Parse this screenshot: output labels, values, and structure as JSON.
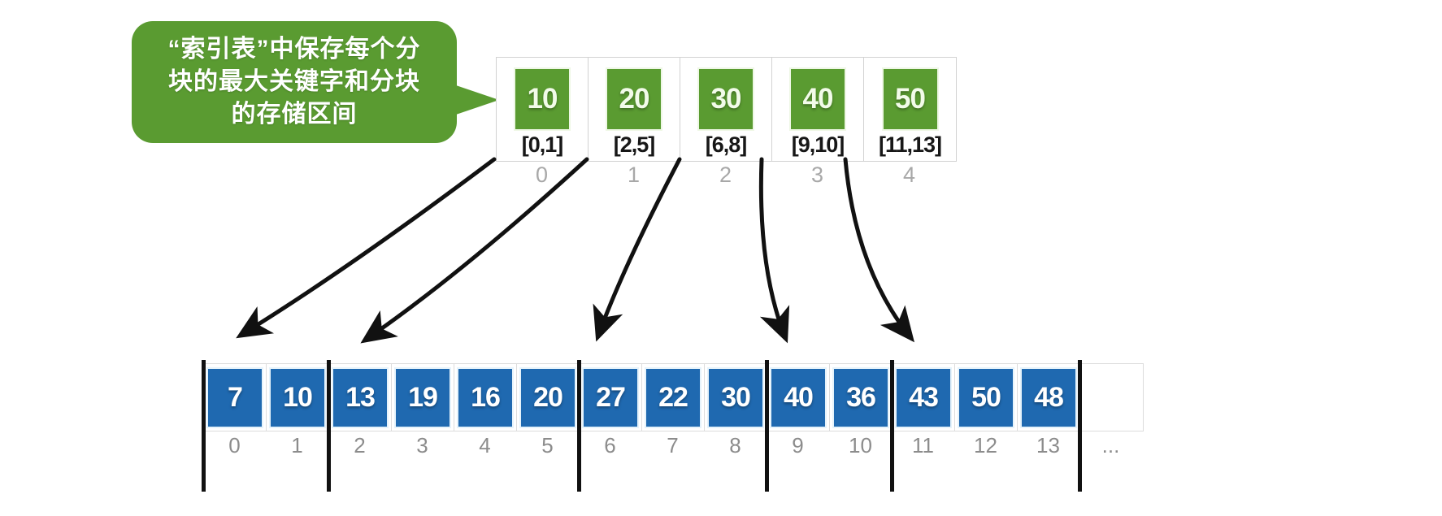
{
  "callout": {
    "text": "“索引表”中保存每个分\n块的最大关键字和分块\n的存储区间",
    "color": "#5a9b31"
  },
  "index_table": {
    "name": "索引表",
    "accent_color": "#5a9b31",
    "cells": [
      {
        "key": "10",
        "range": "[0,1]",
        "index": "0"
      },
      {
        "key": "20",
        "range": "[2,5]",
        "index": "1"
      },
      {
        "key": "30",
        "range": "[6,8]",
        "index": "2"
      },
      {
        "key": "40",
        "range": "[9,10]",
        "index": "3"
      },
      {
        "key": "50",
        "range": "[11,13]",
        "index": "4"
      }
    ]
  },
  "data_array": {
    "accent_color": "#1f69b0",
    "cells": [
      {
        "value": "7",
        "index": "0"
      },
      {
        "value": "10",
        "index": "1"
      },
      {
        "value": "13",
        "index": "2"
      },
      {
        "value": "19",
        "index": "3"
      },
      {
        "value": "16",
        "index": "4"
      },
      {
        "value": "20",
        "index": "5"
      },
      {
        "value": "27",
        "index": "6"
      },
      {
        "value": "22",
        "index": "7"
      },
      {
        "value": "30",
        "index": "8"
      },
      {
        "value": "40",
        "index": "9"
      },
      {
        "value": "36",
        "index": "10"
      },
      {
        "value": "43",
        "index": "11"
      },
      {
        "value": "50",
        "index": "12"
      },
      {
        "value": "48",
        "index": "13"
      },
      {
        "value": "",
        "index": "..."
      }
    ]
  },
  "block_separators": [
    {
      "label": "block-start-0"
    },
    {
      "label": "block-start-2"
    },
    {
      "label": "block-start-6"
    },
    {
      "label": "block-start-9"
    },
    {
      "label": "block-start-11"
    },
    {
      "label": "block-end"
    }
  ],
  "arrows": [
    {
      "from": "index-cell-0",
      "to": "data-cell-0"
    },
    {
      "from": "index-cell-1",
      "to": "data-cell-2"
    },
    {
      "from": "index-cell-2",
      "to": "data-cell-6"
    },
    {
      "from": "index-cell-3",
      "to": "data-cell-9"
    },
    {
      "from": "index-cell-4",
      "to": "data-cell-11"
    }
  ]
}
